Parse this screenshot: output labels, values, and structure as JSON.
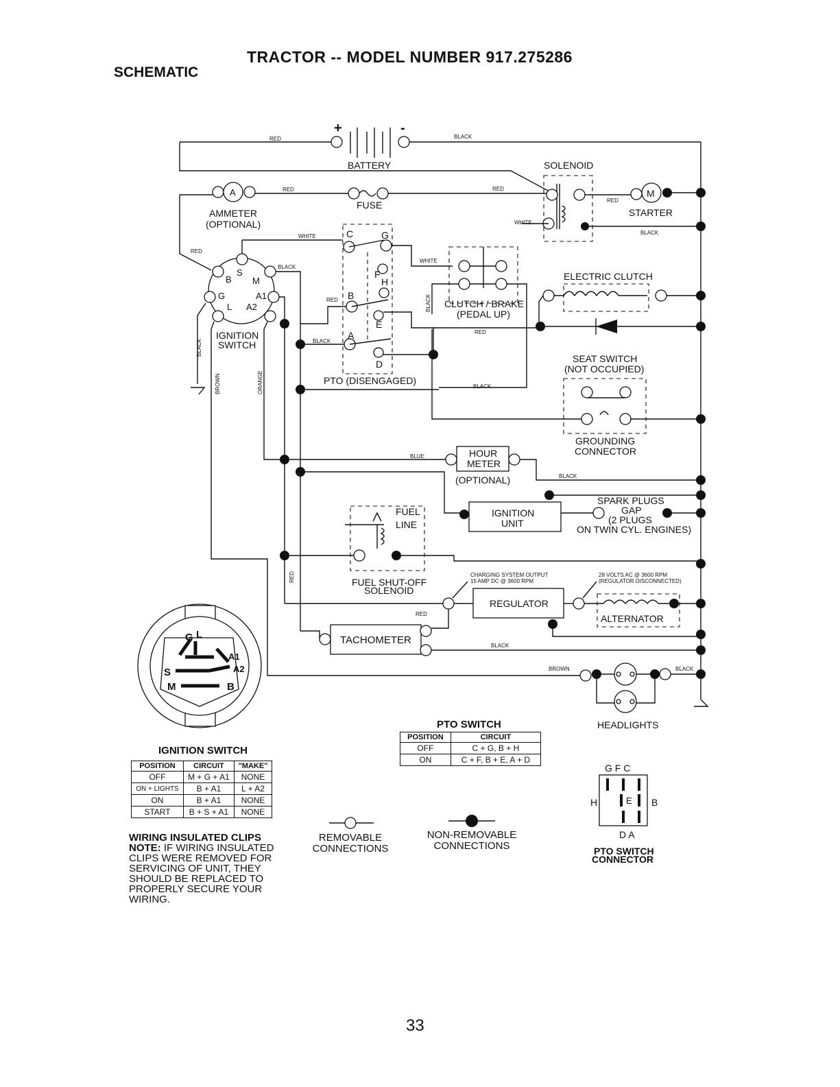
{
  "header": {
    "title": "TRACTOR -- MODEL NUMBER 917.275286",
    "subtitle": "SCHEMATIC"
  },
  "components": {
    "battery": "BATTERY",
    "fuse": "FUSE",
    "ammeter": "AMMETER",
    "ammeter_note": "(OPTIONAL)",
    "ammeter_symbol": "A",
    "solenoid": "SOLENOID",
    "starter": "STARTER",
    "starter_symbol": "M",
    "ignition_switch_1": "IGNITION",
    "ignition_switch_2": "SWITCH",
    "electric_clutch": "ELECTRIC CLUTCH",
    "clutch_brake_1": "CLUTCH / BRAKE",
    "clutch_brake_2": "(PEDAL UP)",
    "pto_disengaged": "PTO (DISENGAGED)",
    "seat_switch_1": "SEAT SWITCH",
    "seat_switch_2": "(NOT OCCUPIED)",
    "grounding_1": "GROUNDING",
    "grounding_2": "CONNECTOR",
    "hour_meter_1": "HOUR",
    "hour_meter_2": "METER",
    "hour_meter_note": "(OPTIONAL)",
    "spark_1": "SPARK PLUGS",
    "spark_2": "GAP",
    "spark_3": "(2 PLUGS",
    "spark_4": "ON TWIN CYL. ENGINES)",
    "ignition_unit_1": "IGNITION",
    "ignition_unit_2": "UNIT",
    "fuel_line_1": "FUEL",
    "fuel_line_2": "LINE",
    "fuel_solenoid_1": "FUEL SHUT-OFF",
    "fuel_solenoid_2": "SOLENOID",
    "charging_1": "CHARGING SYSTEM OUTPUT",
    "charging_2": "15 AMP DC @ 3600 RPM",
    "volts_1": "28 VOLTS AC @ 3600 RPM",
    "volts_2": "(REGULATOR DISCONNECTED)",
    "regulator": "REGULATOR",
    "alternator": "ALTERNATOR",
    "tachometer": "TACHOMETER",
    "headlights": "HEADLIGHTS",
    "pto_letters": {
      "c": "C",
      "g": "G",
      "f": "F",
      "h": "H",
      "b": "B",
      "e": "E",
      "a": "A",
      "d": "D"
    },
    "ign_letters": {
      "b": "B",
      "s": "S",
      "m": "M",
      "g": "G",
      "a1": "A1",
      "l": "L",
      "a2": "A2"
    }
  },
  "wires": {
    "red": "RED",
    "black": "BLACK",
    "white": "WHITE",
    "blue": "BLUE",
    "brown": "BROWN",
    "orange": "ORANGE"
  },
  "ign_face": {
    "g": "G",
    "l": "L",
    "a1": "A1",
    "s": "S",
    "a2": "A2",
    "m": "M",
    "b": "B"
  },
  "ignition_table": {
    "caption": "IGNITION SWITCH",
    "headers": [
      "POSITION",
      "CIRCUIT",
      "\"MAKE\""
    ],
    "rows": [
      [
        "OFF",
        "M + G + A1",
        "NONE"
      ],
      [
        "ON + LIGHTS",
        "B + A1",
        "L + A2"
      ],
      [
        "ON",
        "B + A1",
        "NONE"
      ],
      [
        "START",
        "B + S + A1",
        "NONE"
      ]
    ]
  },
  "pto_table": {
    "caption": "PTO SWITCH",
    "headers": [
      "POSITION",
      "CIRCUIT"
    ],
    "rows": [
      [
        "OFF",
        "C + G, B + H"
      ],
      [
        "ON",
        "C + F, B + E, A + D"
      ]
    ]
  },
  "pto_connector": {
    "top": "G F C",
    "left": "H",
    "right": "B",
    "center": "E",
    "bottom": "D A",
    "caption_1": "PTO SWITCH",
    "caption_2": "CONNECTOR"
  },
  "legend": {
    "removable_1": "REMOVABLE",
    "removable_2": "CONNECTIONS",
    "nonremovable_1": "NON-REMOVABLE",
    "nonremovable_2": "CONNECTIONS"
  },
  "notes": {
    "heading": "WIRING INSULATED CLIPS",
    "note_label": "NOTE:",
    "note_text": "IF WIRING INSULATED CLIPS WERE REMOVED FOR SERVICING OF UNIT, THEY SHOULD BE REPLACED TO PROPERLY SECURE YOUR WIRING."
  },
  "page_number": "33"
}
